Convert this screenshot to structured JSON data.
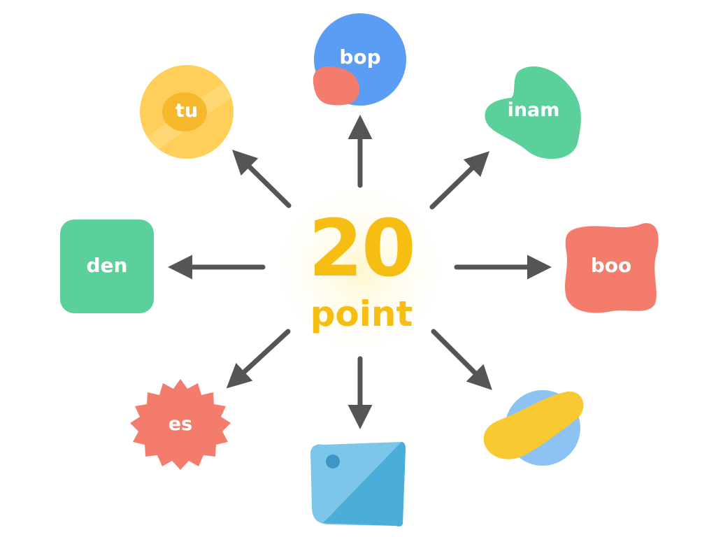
{
  "center": {
    "value": "20",
    "unit": "point"
  },
  "nodes": [
    {
      "label": "bop",
      "color": "#5b9cf5",
      "accent": "#f47c6c"
    },
    {
      "label": "inam",
      "color": "#5cd09a"
    },
    {
      "label": "boo",
      "color": "#f47c6c"
    },
    {
      "label": "",
      "color": "#56b1de",
      "accent": "#7cc6ea"
    },
    {
      "label": "es",
      "color": "#f47c6c"
    },
    {
      "label": "den",
      "color": "#5cd09a"
    },
    {
      "label": "tu",
      "color": "#ffcf5a",
      "accent": "#f8b82b"
    }
  ],
  "accent_colors": {
    "center_glow": "#fff6c8",
    "arrow": "#555555",
    "pill": "#f9c934",
    "orb": "#8cc3f2"
  }
}
